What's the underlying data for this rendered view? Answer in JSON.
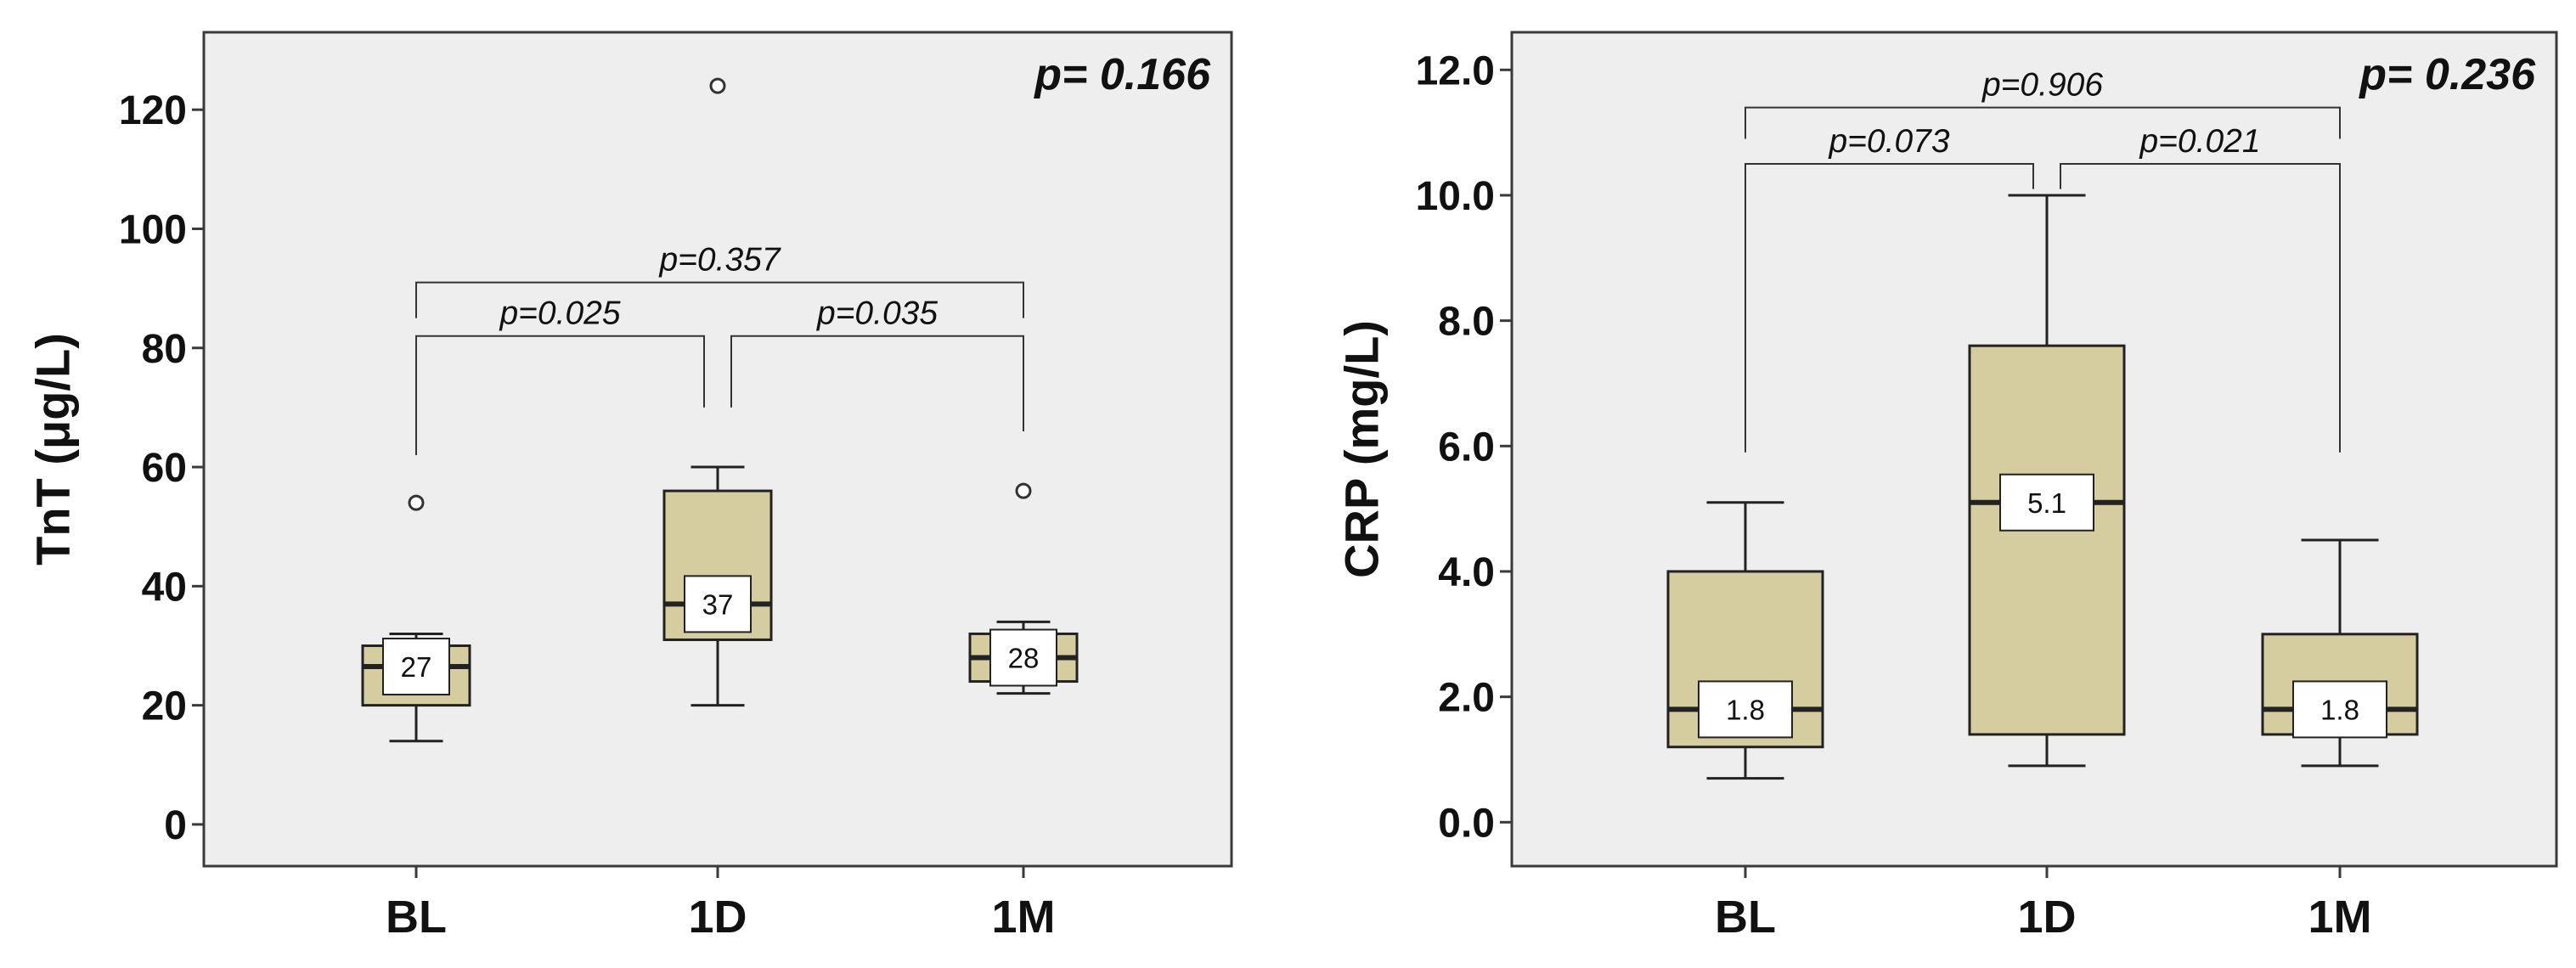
{
  "colors": {
    "plot_bg": "#eeeeee",
    "box_fill": "#d5cd9f",
    "axis": "#3a3a3a",
    "line": "#222222"
  },
  "chart_data": [
    {
      "type": "box",
      "ylabel": "TnT (μg/L)",
      "ylim": [
        -7,
        133
      ],
      "yticks": [
        0,
        20,
        40,
        60,
        80,
        100,
        120
      ],
      "ytick_labels": [
        "0",
        "20",
        "40",
        "60",
        "80",
        "100",
        "120"
      ],
      "grid": false,
      "categories": [
        "BL",
        "1D",
        "1M"
      ],
      "boxes": [
        {
          "min": 14,
          "q1": 20,
          "median": 26.5,
          "q3": 30,
          "max": 32,
          "median_label": "27",
          "outliers": [
            54
          ]
        },
        {
          "min": 20,
          "q1": 31,
          "median": 37,
          "q3": 56,
          "max": 60,
          "median_label": "37",
          "outliers": [
            124
          ]
        },
        {
          "min": 22,
          "q1": 24,
          "median": 28,
          "q3": 32,
          "max": 34,
          "median_label": "28",
          "outliers": [
            56
          ]
        }
      ],
      "overall_p": "p= 0.166",
      "comparisons": [
        {
          "from": 0,
          "to": 1,
          "label": "p=0.025",
          "level": 82,
          "drop_from": 62,
          "drop_to": 70
        },
        {
          "from": 1,
          "to": 2,
          "label": "p=0.035",
          "level": 82,
          "drop_from": 70,
          "drop_to": 66
        },
        {
          "from": 0,
          "to": 2,
          "label": "p=0.357",
          "level": 91,
          "drop_from": 85,
          "drop_to": 85
        }
      ]
    },
    {
      "type": "box",
      "ylabel": "CRP (mg/L)",
      "ylim": [
        -0.7,
        12.6
      ],
      "yticks": [
        0,
        2,
        4,
        6,
        8,
        10,
        12
      ],
      "ytick_labels": [
        "0.0",
        "2.0",
        "4.0",
        "6.0",
        "8.0",
        "10.0",
        "12.0"
      ],
      "grid": false,
      "categories": [
        "BL",
        "1D",
        "1M"
      ],
      "boxes": [
        {
          "min": 0.7,
          "q1": 1.2,
          "median": 1.8,
          "q3": 4.0,
          "max": 5.1,
          "median_label": "1.8",
          "outliers": []
        },
        {
          "min": 0.9,
          "q1": 1.4,
          "median": 5.1,
          "q3": 7.6,
          "max": 10.0,
          "median_label": "5.1",
          "outliers": []
        },
        {
          "min": 0.9,
          "q1": 1.4,
          "median": 1.8,
          "q3": 3.0,
          "max": 4.5,
          "median_label": "1.8",
          "outliers": []
        }
      ],
      "overall_p": "p= 0.236",
      "comparisons": [
        {
          "from": 0,
          "to": 1,
          "label": "p=0.073",
          "level": 10.5,
          "drop_from": 5.9,
          "drop_to": 10.1
        },
        {
          "from": 1,
          "to": 2,
          "label": "p=0.021",
          "level": 10.5,
          "drop_from": 10.1,
          "drop_to": 5.9
        },
        {
          "from": 0,
          "to": 2,
          "label": "p=0.906",
          "level": 11.4,
          "drop_from": 10.9,
          "drop_to": 10.9
        }
      ]
    }
  ]
}
